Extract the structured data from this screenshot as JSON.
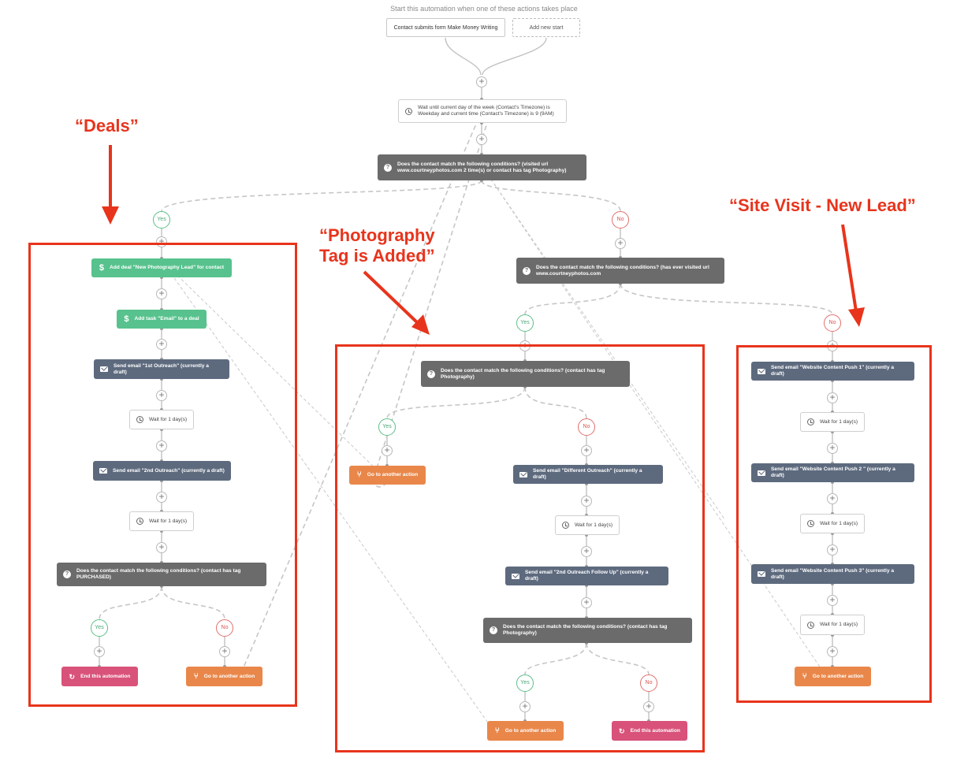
{
  "header": "Start this automation when one of these actions takes place",
  "triggers": {
    "trigger_1": "Contact submits form Make Money Writing",
    "add_new_start": "Add new start"
  },
  "plus_symbol": "+",
  "wait_until": "Wait until current day of the week (Contact's Timezone) is Weekday and current time (Contact's Timezone) is 9 (9AM)",
  "conditions": {
    "main": "Does the contact match the following conditions? (visited url www.courtneyphotos.com 2 time(s) or contact has tag Photography)",
    "site_visit": "Does the contact match the following conditions? (has ever visited url www.courtneyphotos.com",
    "purchased": "Does the contact match the following conditions? (contact has tag PURCHASED)",
    "has_tag_1": "Does the contact match the following conditions? (contact has tag Photography)",
    "has_tag_2": "Does the contact match the following conditions? (contact has tag Photography)"
  },
  "branch_labels": {
    "yes": "Yes",
    "no": "No"
  },
  "deals_branch": {
    "add_deal": "Add deal \"New Photography Lead\" for contact",
    "add_task": "Add task \"Email\" to a deal",
    "email_1": "Send email \"1st Outreach\" (currently a draft)",
    "wait_1": "Wait for 1 day(s)",
    "email_2": "Send email \"2nd Outreach\" (currently a draft)",
    "wait_2": "Wait for 1 day(s)",
    "end": "End this automation",
    "goto": "Go to another action"
  },
  "photo_branch": {
    "goto_yes": "Go to another action",
    "email_different": "Send email \"Different Outreach\" (currently a draft)",
    "wait": "Wait for 1 day(s)",
    "email_followup": "Send email \"2nd Outreach Follow Up\" (currently a draft)",
    "goto_bottom": "Go to another action",
    "end": "End this automation"
  },
  "site_branch": {
    "email_push_1": "Send email \"Website Content Push 1\" (currently a draft)",
    "wait_1": "Wait for 1 day(s)",
    "email_push_2": "Send email \"Website Content Push 2 \" (currently a draft)",
    "wait_2": "Wait for 1 day(s)",
    "email_push_3": "Send email \"Website Content Push 3\" (currently a draft)",
    "wait_3": "Wait for 1 day(s)",
    "goto": "Go to another action"
  },
  "annotations": {
    "deals": "“Deals”",
    "photography": "“Photography Tag is Added”",
    "site_visit": "“Site Visit - New Lead”"
  },
  "colors": {
    "annotation_red": "#e8341c",
    "condition": "#6b6b6b",
    "email": "#5d6a7e",
    "deal": "#57c28d",
    "goto": "#e9874a",
    "end": "#d8527a",
    "yes": "#5cbf8a",
    "no": "#e0706e"
  },
  "icons": {
    "condition": "question-icon",
    "email": "envelope-icon",
    "deal": "dollar-icon",
    "wait": "clock-icon",
    "goto": "branch-icon",
    "end": "cycle-icon"
  }
}
